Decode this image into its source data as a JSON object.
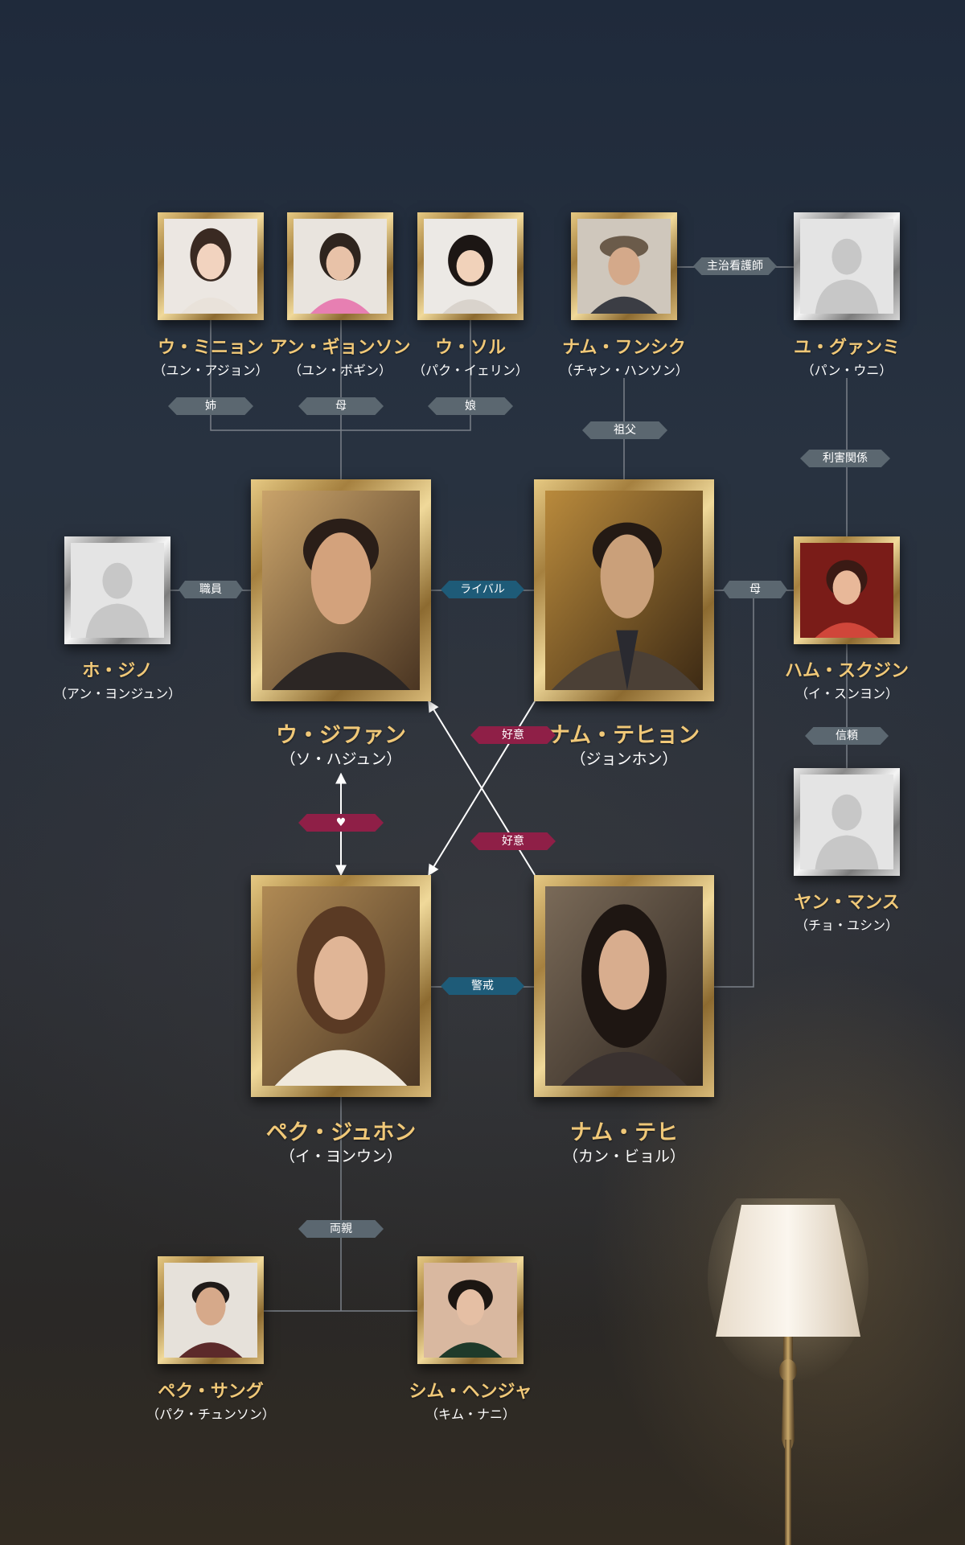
{
  "characters": {
    "woo_minyon": {
      "name": "ウ・ミニョン",
      "actor": "（ユン・アジョン）"
    },
    "ahn_gyeonson": {
      "name": "アン・ギョンソン",
      "actor": "（ユン・ボギン）"
    },
    "woo_sol": {
      "name": "ウ・ソル",
      "actor": "（パク・イェリン）"
    },
    "nam_funsik": {
      "name": "ナム・フンシク",
      "actor": "（チャン・ハンソン）"
    },
    "yu_gwanmi": {
      "name": "ユ・グァンミ",
      "actor": "（パン・ウニ）"
    },
    "ho_jino": {
      "name": "ホ・ジノ",
      "actor": "（アン・ヨンジュン）"
    },
    "woo_jifan": {
      "name": "ウ・ジファン",
      "actor": "（ソ・ハジュン）"
    },
    "nam_tehyon": {
      "name": "ナム・テヒョン",
      "actor": "（ジョンホン）"
    },
    "ham_sukjin": {
      "name": "ハム・スクジン",
      "actor": "（イ・スンヨン）"
    },
    "yan_mansu": {
      "name": "ヤン・マンス",
      "actor": "（チョ・ユシン）"
    },
    "pek_juhon": {
      "name": "ペク・ジュホン",
      "actor": "（イ・ヨンウン）"
    },
    "nam_tehi": {
      "name": "ナム・テヒ",
      "actor": "（カン・ビョル）"
    },
    "pek_sangu": {
      "name": "ペク・サング",
      "actor": "（パク・チュンソン）"
    },
    "shim_henja": {
      "name": "シム・ヘンジャ",
      "actor": "（キム・ナニ）"
    }
  },
  "relations": {
    "sister": "姉",
    "mother_top": "母",
    "daughter": "娘",
    "nurse": "主治看護師",
    "grandfather": "祖父",
    "interest": "利害関係",
    "employee": "職員",
    "rival": "ライバル",
    "mother_right": "母",
    "trust": "信頼",
    "favor_top": "好意",
    "love": "♥",
    "favor_bottom": "好意",
    "caution": "警戒",
    "parents": "両親"
  },
  "colors": {
    "name_gold": "#f0c878",
    "badge_gray": "#5b6770",
    "badge_blue": "#1e5b78",
    "badge_red": "#8f1f47"
  }
}
